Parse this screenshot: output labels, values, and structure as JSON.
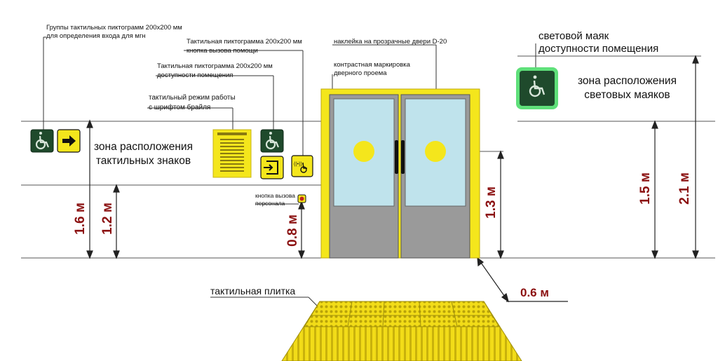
{
  "callouts": {
    "pictogram_groups": [
      "Группы тактильных пиктограмм 200х200 мм",
      "для определения входа для мгн"
    ],
    "help_button_pictogram": [
      "Тактильная пиктограмма 200х200 мм",
      "кнопка вызова помощи"
    ],
    "accessibility_pictogram": [
      "Тактильная пиктограмма 200х200 мм",
      "доступности помещения"
    ],
    "braille_mode": [
      "тактильный режим работы",
      "с шрифтом брайля"
    ],
    "door_sticker": "наклейка на прозрачные двери  D-20",
    "contrast_marking": [
      "контрастная маркировка",
      "дверного проема"
    ],
    "staff_call_button": [
      "кнопка вызова",
      "персонала"
    ],
    "light_beacon": [
      "световой маяк",
      "доступности помещения"
    ],
    "tactile_tile": "тактильная плитка"
  },
  "zones": {
    "tactile_signs": [
      "зона расположения",
      "тактильных знаков"
    ],
    "light_beacons": [
      "зона расположения",
      "световых маяков"
    ]
  },
  "dimensions": {
    "h_1_6": "1.6 м",
    "h_1_2": "1.2 м",
    "h_0_8": "0.8 м",
    "h_1_3": "1.3 м",
    "h_1_5": "1.5 м",
    "h_2_1": "2.1 м",
    "d_0_6": "0.6 м"
  },
  "colors": {
    "door_frame": "#f4e61c",
    "glass": "#bfe3ec",
    "door_panel": "#9a9a9a",
    "sign_green": "#1f4a2c",
    "beacon_glow": "#5fe07a",
    "dimension_text": "#8b1010",
    "tile": "#f2dc18"
  }
}
